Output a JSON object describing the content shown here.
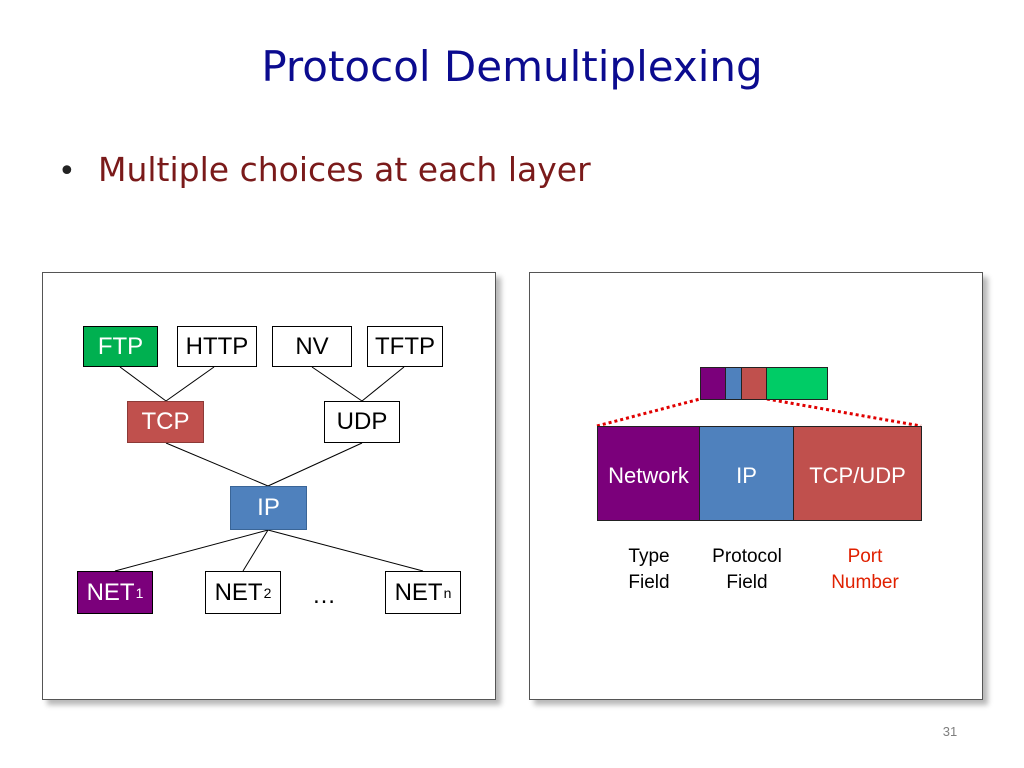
{
  "slide": {
    "title": "Protocol Demultiplexing",
    "bullet": "Multiple choices at each layer",
    "page_number": "31"
  },
  "protocol_tree": {
    "application": [
      "FTP",
      "HTTP",
      "NV",
      "TFTP"
    ],
    "transport": [
      "TCP",
      "UDP"
    ],
    "network": "IP",
    "links": {
      "net1_base": "NET",
      "net1_sub": "1",
      "net2_base": "NET",
      "net2_sub": "2",
      "ellipsis": "…",
      "netn_base": "NET",
      "netn_sub": "n"
    }
  },
  "header_diagram": {
    "segments": [
      "Network",
      "IP",
      "TCP/UDP"
    ],
    "field_labels": [
      {
        "line1": "Type",
        "line2": "Field"
      },
      {
        "line1": "Protocol",
        "line2": "Field"
      },
      {
        "line1": "Port",
        "line2": "Number"
      }
    ]
  },
  "colors": {
    "green": "#00b050",
    "red": "#c0504d",
    "blue": "#4f81bd",
    "purple": "#7b007b",
    "title": "#0b0b8f",
    "bullet": "#7a1a1a",
    "port_label": "#e02000",
    "dotted_line": "#e00000"
  }
}
